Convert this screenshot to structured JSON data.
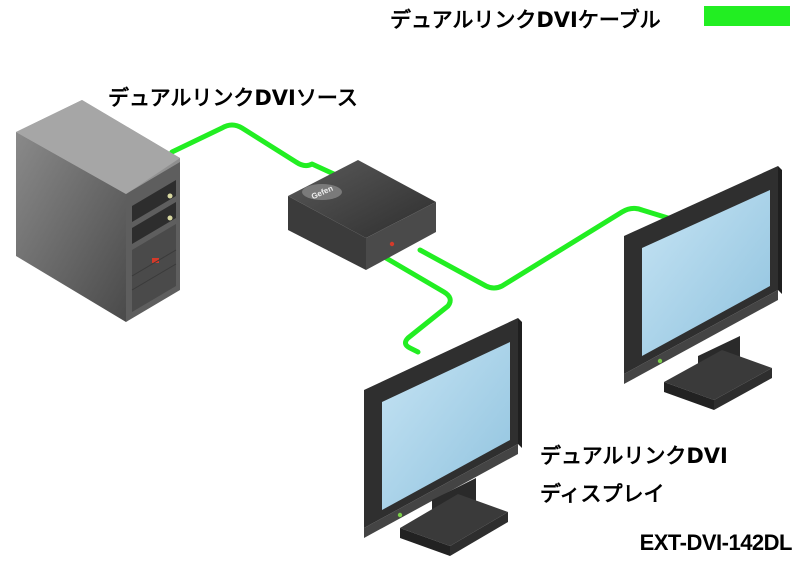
{
  "legend": {
    "label": "デュアルリンクDVIケーブル",
    "cable_color": "#22ee22"
  },
  "source": {
    "label": "デュアルリンクDVIソース",
    "icon": "computer-tower-icon"
  },
  "splitter": {
    "brand_mark": "Gefen",
    "icon": "splitter-box-icon"
  },
  "displays": {
    "label_line1": "デュアルリンクDVI",
    "label_line2": "ディスプレイ",
    "icon": "monitor-icon"
  },
  "model": {
    "label": "EXT-DVI-142DL"
  },
  "colors": {
    "cable": "#22ee22",
    "device_dark": "#3a3a3a",
    "screen": "#a9d3ea"
  }
}
